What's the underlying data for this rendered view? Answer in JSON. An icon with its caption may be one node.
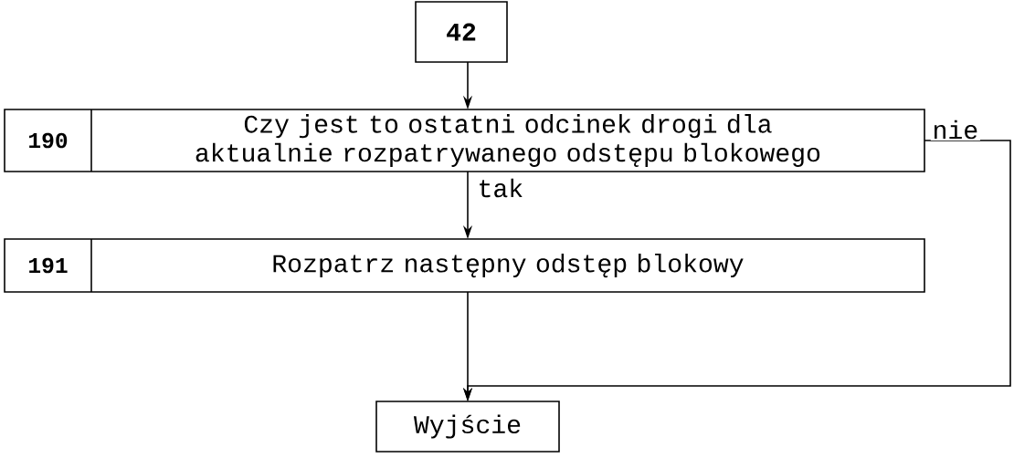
{
  "diagram": {
    "nodes": [
      {
        "text": [
          "42"
        ]
      },
      {
        "text": [
          "190",
          "Czy jest to ostatni odcinek drogi dla aktualnie rozpatrywanego odstępu blokowego"
        ]
      },
      {
        "text": [
          "191",
          "Rozpatrz następny odstęp blokowy"
        ]
      },
      {
        "text": [
          "Wyjście"
        ]
      }
    ],
    "edges": [
      {
        "from": 0,
        "to": 1,
        "arrow": "to"
      },
      {
        "from": 1,
        "to": 2,
        "arrow": "to",
        "label": "tak"
      },
      {
        "from": 1,
        "to": 3,
        "arrow": "to",
        "label": "nie"
      },
      {
        "from": 2,
        "to": 3,
        "arrow": "to"
      }
    ]
  }
}
